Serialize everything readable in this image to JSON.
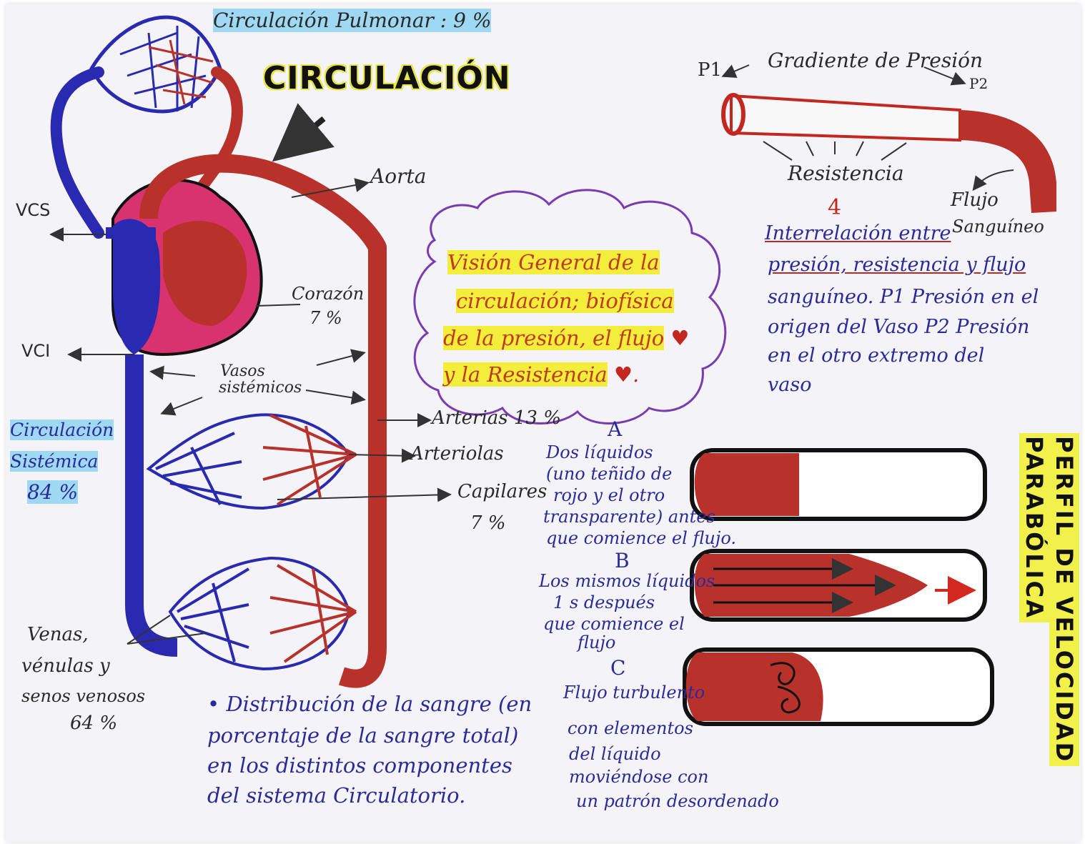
{
  "title": "CIRCULACIÓN",
  "pulmonary_label": "Circulación Pulmonar : 9 %",
  "cloud": {
    "line1": "Visión General de la",
    "line2": "circulación; biofísica",
    "line3": "de la presión, el flujo",
    "line4": "y la Resistencia"
  },
  "heart_diagram": {
    "vcs": "VCS",
    "vci": "VCI",
    "aorta": "Aorta",
    "heart_line1": "Corazón",
    "heart_line2": "7 %",
    "vasos_line1": "Vasos",
    "vasos_line2": "sistémicos",
    "arterias": "Arterias 13 %",
    "arteriolas": "Arteriolas",
    "capilares_line1": "Capilares",
    "capilares_line2": "7 %",
    "systemic_line1": "Circulación",
    "systemic_line2": "Sistémica",
    "systemic_line3": "84 %",
    "venas_line1": "Venas,",
    "venas_line2": "vénulas y",
    "venas_line3": "senos venosos",
    "venas_line4": "64 %"
  },
  "distribution_note": {
    "line1": "Distribución de la sangre (en",
    "line2": "porcentaje de la sangre total)",
    "line3": "en los distintos componentes",
    "line4": "del sistema Circulatorio."
  },
  "pressure_diagram": {
    "gradient": "Gradiente de Presión",
    "p1": "P1",
    "p2": "P2",
    "resistance": "Resistencia",
    "flow_line1": "Flujo",
    "flow_line2": "Sanguíneo",
    "number": "4",
    "desc_line1": "Interrelación entre",
    "desc_line2": "presión, resistencia y flujo",
    "desc_line3": "sanguíneo. P1 Presión en el",
    "desc_line4": "origen del Vaso P2 Presión",
    "desc_line5": "en el otro extremo del",
    "desc_line6": "vaso"
  },
  "velocity_profile": {
    "vertical_title_1": "PERFIL DE VELOCIDAD",
    "vertical_title_2": "PARABÓLICA",
    "a_letter": "A",
    "a_line1": "Dos líquidos",
    "a_line2": "(uno teñido de",
    "a_line3": "rojo y el otro",
    "a_line4": "transparente) antes",
    "a_line5": "que comience el flujo.",
    "b_letter": "B",
    "b_line1": "Los mismos líquidos",
    "b_line2": "1 s después",
    "b_line3": "que comience el",
    "b_line4": "flujo",
    "c_letter": "C",
    "c_line1": "Flujo turbulento",
    "c_line2": "con elementos",
    "c_line3": "del líquido",
    "c_line4": "moviéndose con",
    "c_line5": "un patrón desordenado"
  },
  "colors": {
    "artery_red": "#b8312a",
    "vein_blue": "#2a2ab0",
    "heart_pink": "#d8336f",
    "highlight_yellow": "#f2f04a",
    "highlight_blue": "#9fd8f2",
    "cloud_border": "#7a3bb0"
  }
}
